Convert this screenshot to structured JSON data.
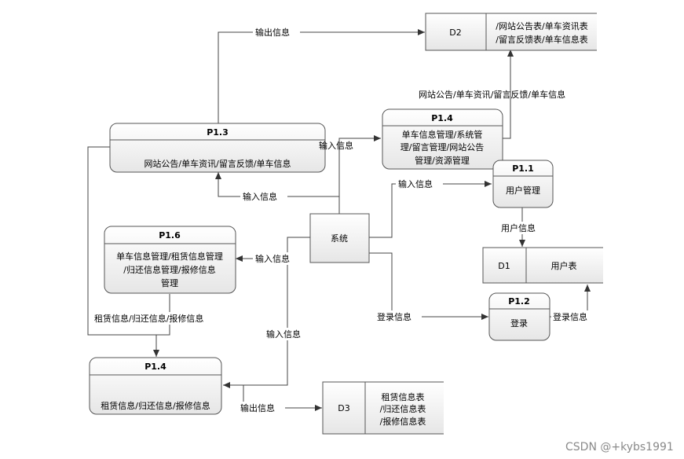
{
  "processes": {
    "p13": {
      "id": "P1.3",
      "text": "网站公告/单车资讯/留言反馈/单车信息"
    },
    "p14a": {
      "id": "P1.4",
      "lines": [
        "单车信息管理/系统管",
        "理/留言管理/网站公告",
        "管理/资源管理"
      ]
    },
    "p11": {
      "id": "P1.1",
      "text": "用户管理"
    },
    "p16": {
      "id": "P1.6",
      "lines": [
        "单车信息管理/租赁信息管理",
        "/归还信息管理/报修信息",
        "管理"
      ]
    },
    "p12": {
      "id": "P1.2",
      "text": "登录"
    },
    "p14b": {
      "id": "P1.4",
      "text": "租赁信息/归还信息/报修信息"
    }
  },
  "system": {
    "text": "系统"
  },
  "stores": {
    "d2": {
      "id": "D2",
      "lines": [
        "/网站公告表/单车资讯表",
        "/留言反馈表/单车信息表"
      ]
    },
    "d1": {
      "id": "D1",
      "text": "用户表"
    },
    "d3": {
      "id": "D3",
      "lines": [
        "租赁信息表",
        "/归还信息表",
        "/报修信息表"
      ]
    }
  },
  "flows": {
    "out_top": "输出信息",
    "store_d2": "网站公告/单车资讯/留言反馈/单车信息",
    "in_p14": "输入信息",
    "in_p13": "输入信息",
    "in_p11": "输入信息",
    "user_info": "用户信息",
    "in_p16": "输入信息",
    "rent_info": "租赁信息/归还信息/报修信息",
    "in_p14b": "输入信息",
    "login_info": "登录信息",
    "login_info2": "登录信息",
    "out_bottom": "输出信息"
  },
  "watermark": "CSDN @+kybs1991"
}
